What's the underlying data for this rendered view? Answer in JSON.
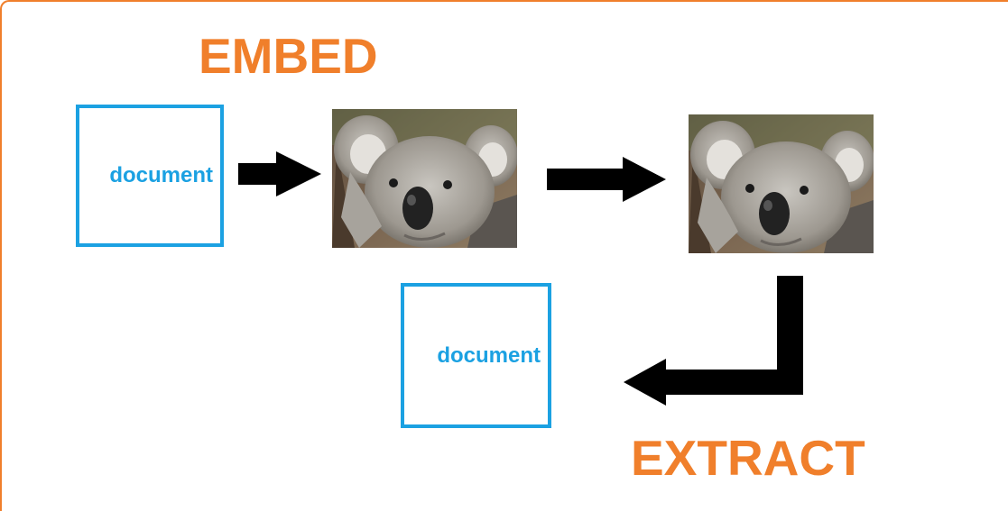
{
  "labels": {
    "embed": "EMBED",
    "extract": "EXTRACT",
    "source_document": "document",
    "extracted_document": "document"
  },
  "colors": {
    "heading": "#f07f2b",
    "document_box": "#1ba1e2",
    "arrow": "#000000",
    "frame": "#f07f2b"
  },
  "icons": {
    "image_1": "koala-photo",
    "image_2": "koala-photo",
    "arrows": [
      "right-arrow",
      "right-arrow",
      "down-left-elbow-arrow"
    ]
  }
}
